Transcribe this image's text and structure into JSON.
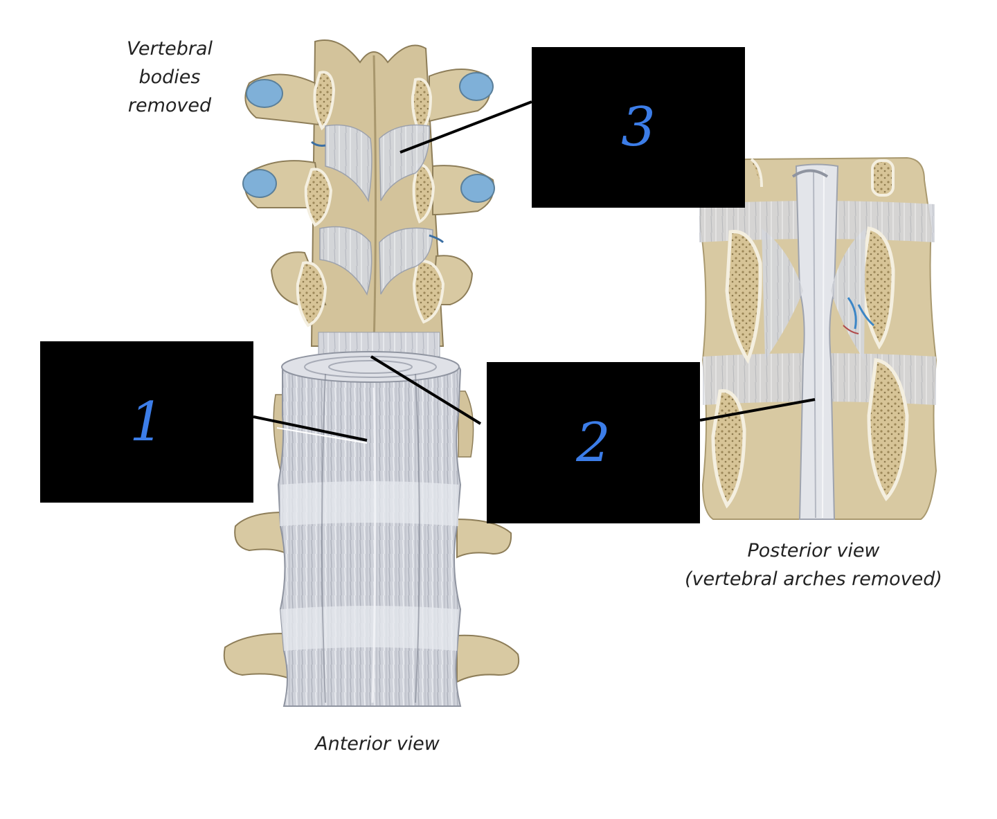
{
  "captions": {
    "top_left": [
      "Vertebral",
      "bodies",
      "removed"
    ],
    "anterior": "Anterior view",
    "posterior": [
      "Posterior view",
      "(vertebral arches removed)"
    ]
  },
  "labels": [
    {
      "id": "label-1",
      "text": "1"
    },
    {
      "id": "label-2",
      "text": "2"
    },
    {
      "id": "label-3",
      "text": "3"
    }
  ],
  "colors": {
    "bone": "#d8c9a2",
    "bone_dark": "#b8a67c",
    "ligament": "#c9ccd4",
    "ligament_light": "#e4e6ec",
    "cartilage": "#7fb0d8",
    "marrow": "#c9b58a",
    "box": "#000000",
    "number": "#3c7de8",
    "leader": "#000000"
  }
}
